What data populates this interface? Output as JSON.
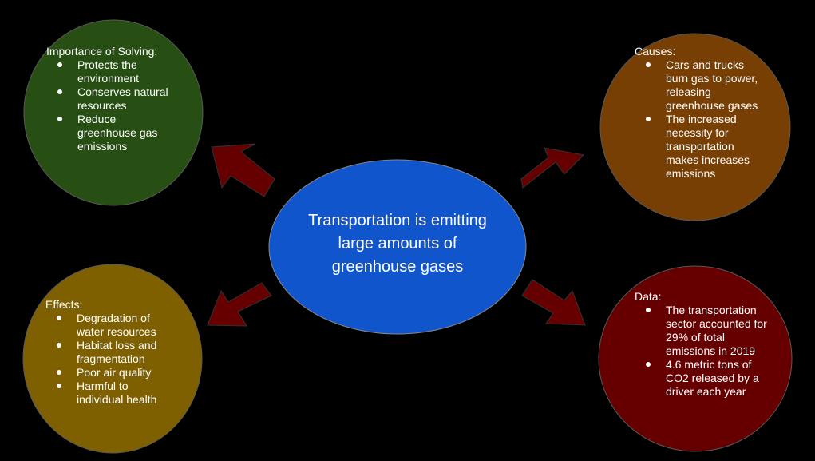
{
  "center": {
    "text": "Transportation is emitting large amounts of greenhouse gases",
    "color": "#1155cc"
  },
  "nodes": {
    "importance": {
      "heading": "Importance of Solving:",
      "color": "#274e13",
      "items": [
        "Protects the environment",
        "Conserves natural resources",
        "Reduce greenhouse gas emissions"
      ]
    },
    "causes": {
      "heading": "Causes:",
      "color": "#783f04",
      "items": [
        "Cars and trucks burn gas to power, releasing greenhouse gases",
        "The increased necessity for transportation makes increases emissions"
      ]
    },
    "effects": {
      "heading": "Effects:",
      "color": "#7f6000",
      "items": [
        "Degradation of water resources",
        "Habitat loss and fragmentation",
        "Poor air quality",
        "Harmful to individual health"
      ]
    },
    "data": {
      "heading": "Data:",
      "color": "#660000",
      "items": [
        "The transportation sector accounted for 29% of total emissions in 2019",
        "4.6 metric tons of CO2 released by a driver each year"
      ]
    }
  },
  "arrow_color": "#660000"
}
